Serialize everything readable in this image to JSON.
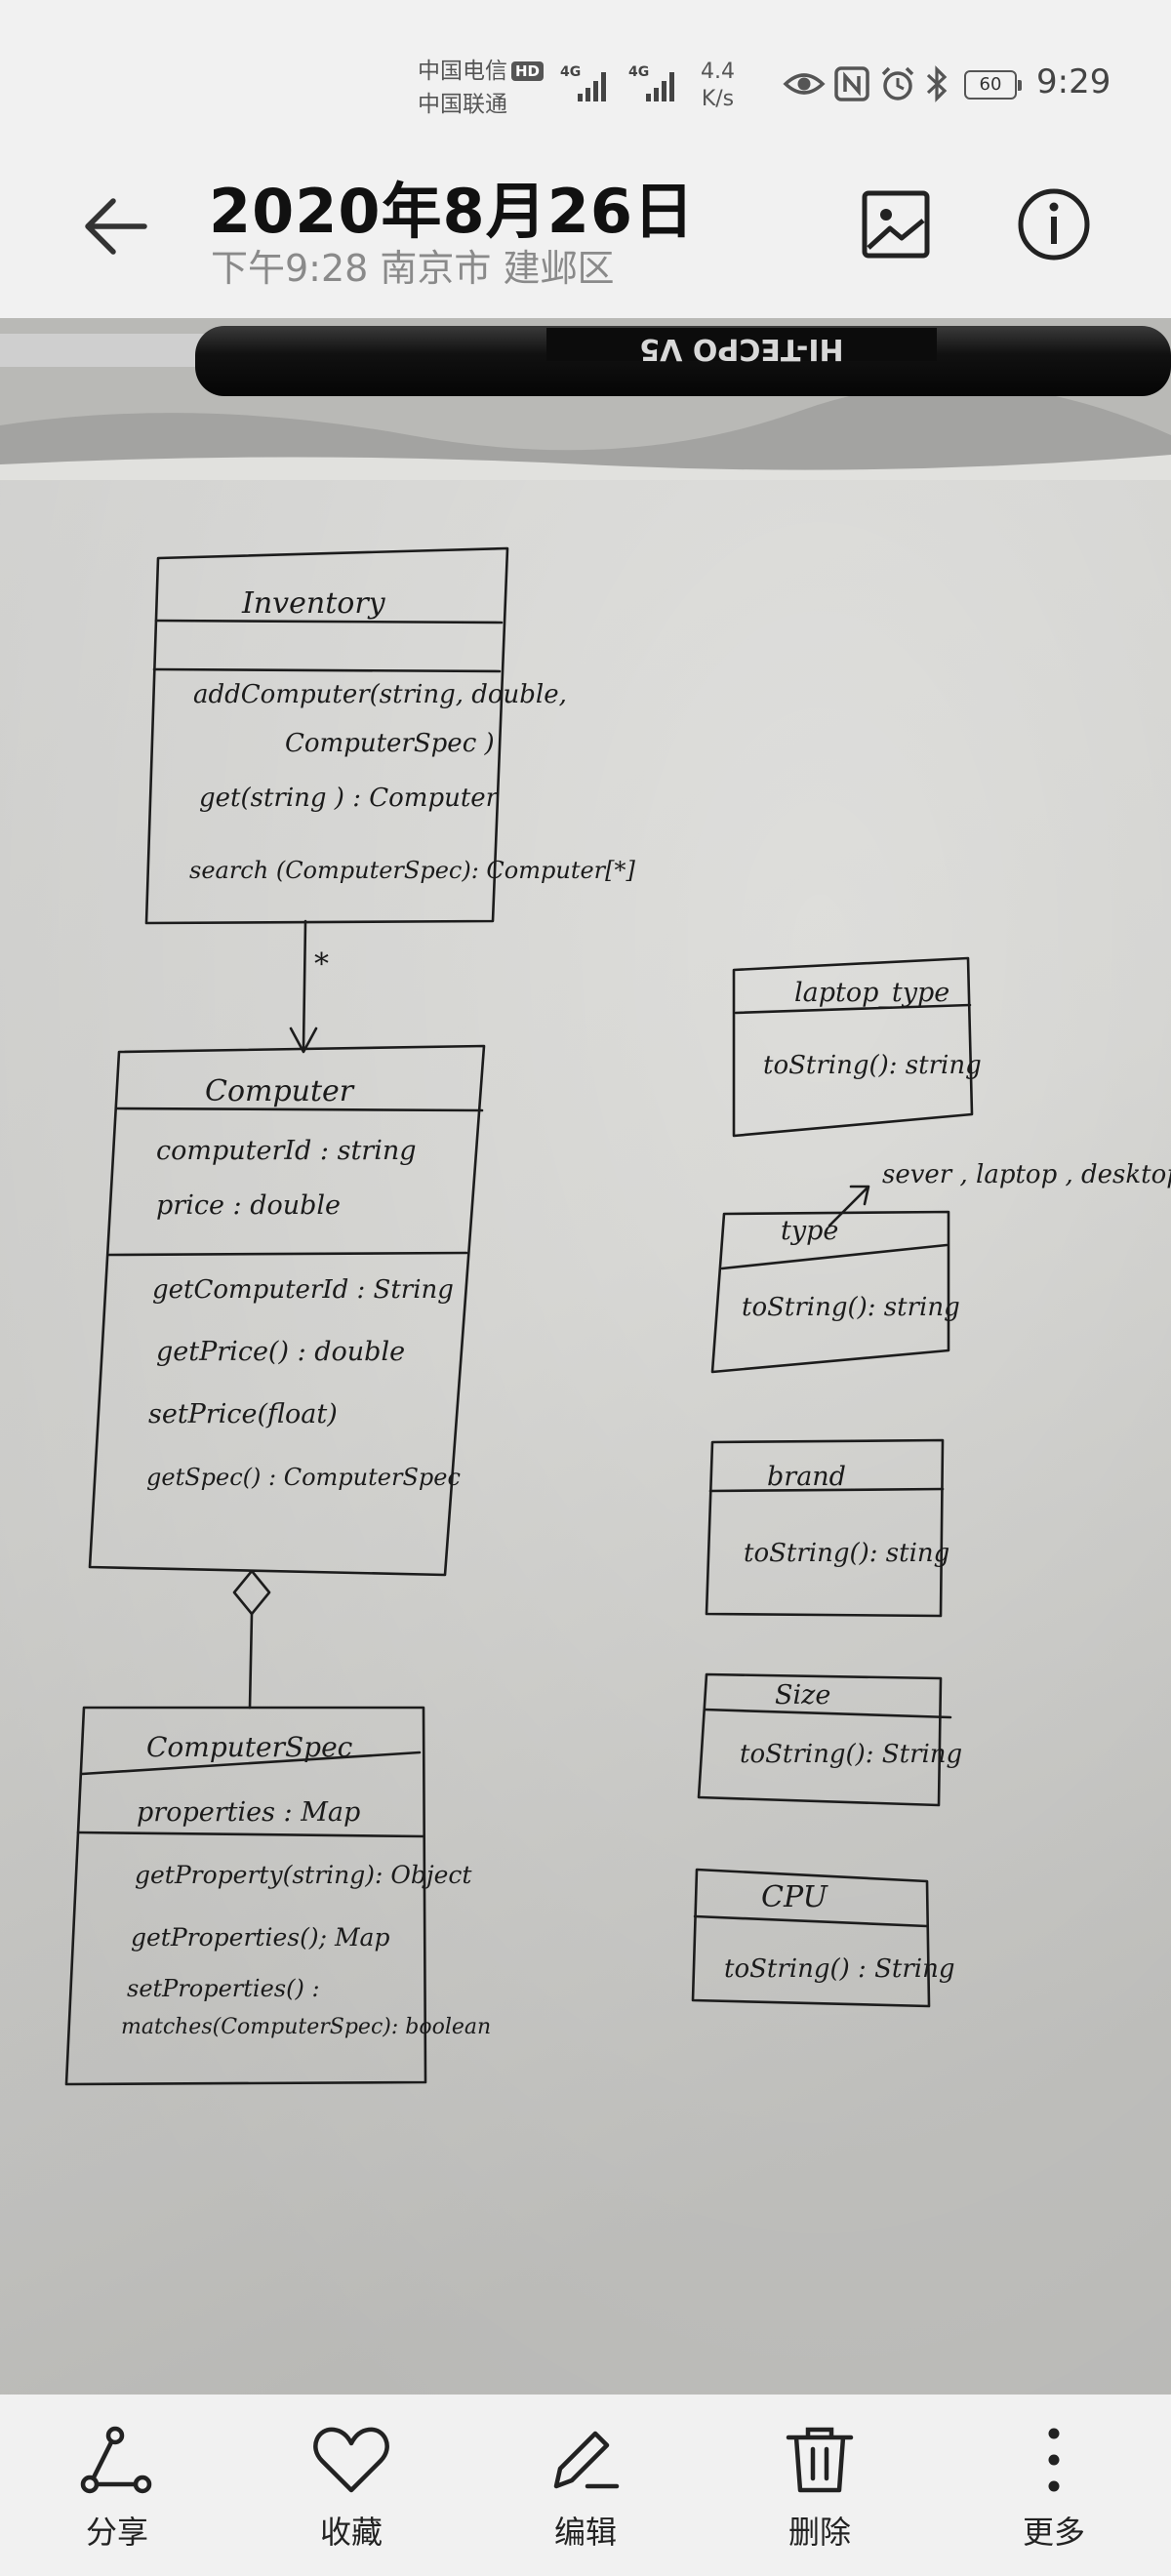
{
  "status_bar": {
    "carrier_1": "中国电信",
    "carrier_1_badge": "HD",
    "carrier_2": "中国联通",
    "network_1": "4G",
    "network_2": "4G",
    "speed_value": "4.4",
    "speed_unit": "K/s",
    "battery": "60",
    "time": "9:29",
    "icons": [
      "eye-icon",
      "nfc-icon",
      "alarm-icon",
      "bluetooth-icon"
    ]
  },
  "header": {
    "title": "2020年8月26日",
    "subtitle": "下午9:28 南京市 建邺区",
    "back_icon": "arrow-left-icon",
    "image_icon": "image-icon",
    "info_icon": "info-icon"
  },
  "photo": {
    "pen_label": "HI-TECPO V5",
    "classes": {
      "inventory": {
        "name": "Inventory",
        "methods": [
          "addComputer(string, double,",
          "ComputerSpec )",
          "get(string ) : Computer",
          "search (ComputerSpec): Computer[*]"
        ]
      },
      "association_multiplicity": "*",
      "computer": {
        "name": "Computer",
        "attributes": [
          "computerId : string",
          "price : double"
        ],
        "methods": [
          "getComputerId : String",
          "getPrice() : double",
          "setPrice(float)",
          "getSpec() : ComputerSpec"
        ]
      },
      "computer_spec": {
        "name": "ComputerSpec",
        "attributes": [
          "properties : Map"
        ],
        "methods": [
          "getProperty(string): Object",
          "getProperties(); Map",
          "setProperties() :",
          "matches(ComputerSpec): boolean"
        ]
      },
      "laptop_type": {
        "name": "laptop_type",
        "method": "toString(): string"
      },
      "type": {
        "name": "type",
        "method": "toString(): string",
        "note": "sever , laptop , desktop ."
      },
      "brand": {
        "name": "brand",
        "method": "toString(): sting"
      },
      "size": {
        "name": "Size",
        "method": "toString(): String"
      },
      "cpu": {
        "name": "CPU",
        "method": "toString() : String"
      }
    }
  },
  "toolbar": {
    "items": [
      {
        "label": "分享",
        "icon": "share-icon"
      },
      {
        "label": "收藏",
        "icon": "heart-icon"
      },
      {
        "label": "编辑",
        "icon": "edit-pencil-icon"
      },
      {
        "label": "删除",
        "icon": "trash-icon"
      },
      {
        "label": "更多",
        "icon": "more-vertical-icon"
      }
    ]
  },
  "colors": {
    "background": "#f1f1f1",
    "paper": "#dcdcd9",
    "ink": "#1b1b1b",
    "subtitle": "#8a8a8a"
  }
}
